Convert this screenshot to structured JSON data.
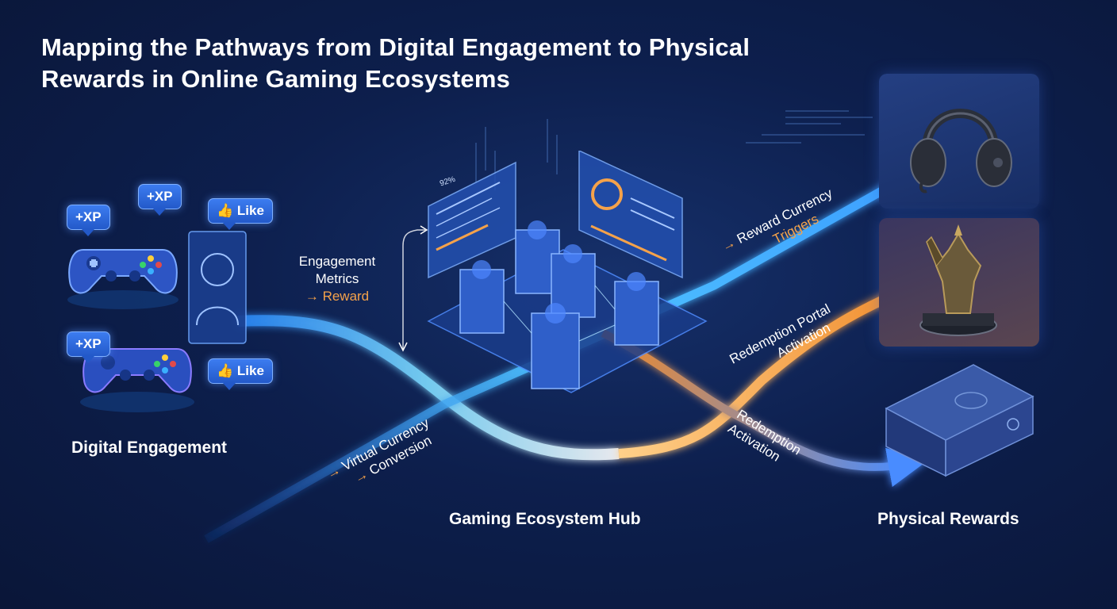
{
  "title": "Mapping the Pathways from Digital Engagement to Physical Rewards in Online Gaming Ecosystems",
  "sections": {
    "digital": "Digital Engagement",
    "hub": "Gaming Ecosystem Hub",
    "physical": "Physical Rewards"
  },
  "badges": {
    "xp1": "+XP",
    "xp2": "+XP",
    "xp3": "+XP",
    "like1": "Like",
    "like2": "Like"
  },
  "flow_labels": {
    "engagement_line1": "Engagement",
    "engagement_line2": "Metrics",
    "engagement_arrow": "→",
    "engagement_reward": "Reward",
    "virtual_line1": "Virtual Currency",
    "virtual_line2": "Conversion",
    "reward_currency": "Reward Currency",
    "triggers": "Triggers",
    "portal_line1": "Redemption Portal",
    "portal_line2": "Activation",
    "redemption_line1": "Redemption",
    "redemption_line2": "Activation"
  },
  "dashboard": {
    "percent": "92%"
  },
  "colors": {
    "blue_path": "#4fc3ff",
    "orange_path": "#f39a3d",
    "accent_text": "#f5a24a"
  },
  "icons": {
    "controller": "gamepad-icon",
    "avatar": "avatar-icon",
    "hub": "server-icon",
    "headset": "headset-icon",
    "figurine": "figurine-icon",
    "box": "box-icon"
  }
}
